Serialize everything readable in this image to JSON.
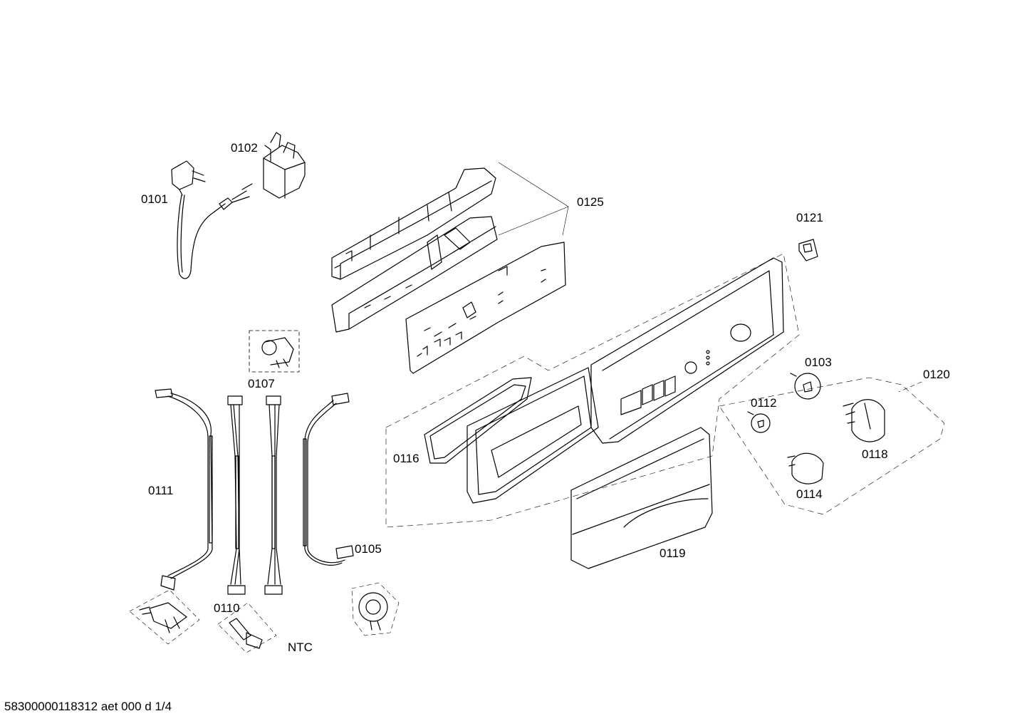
{
  "labels": {
    "p0101": "0101",
    "p0102": "0102",
    "p0125": "0125",
    "p0121": "0121",
    "p0107": "0107",
    "p0103": "0103",
    "p0120": "0120",
    "p0112": "0112",
    "p0116": "0116",
    "p0118": "0118",
    "p0111": "0111",
    "p0114": "0114",
    "p0105": "0105",
    "p0119": "0119",
    "p0110": "0110",
    "ntc": "NTC"
  },
  "footer": "58300000118312 aet 000 d 1/4"
}
